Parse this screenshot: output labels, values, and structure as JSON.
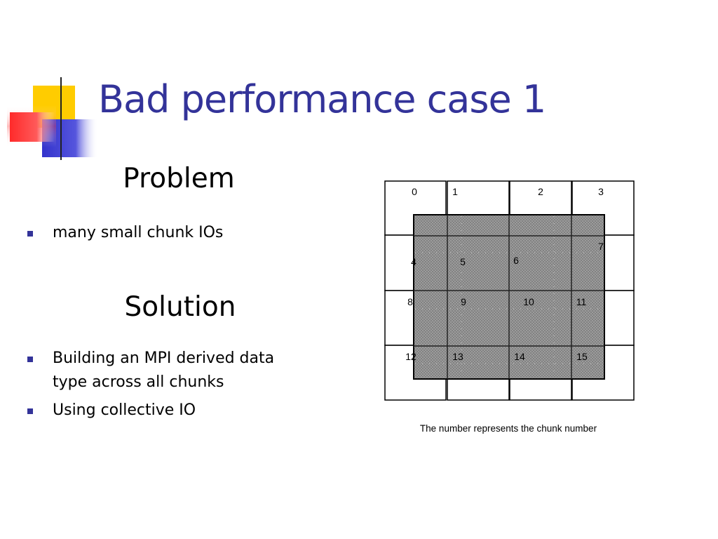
{
  "slide": {
    "title": "Bad performance case 1",
    "problem_heading": "Problem",
    "problem_bullets": [
      "many small chunk IOs"
    ],
    "solution_heading": "Solution",
    "solution_bullets": [
      "Building an MPI derived data type across all chunks",
      "Using collective IO"
    ]
  },
  "diagram": {
    "chunk_labels": [
      "0",
      "1",
      "2",
      "3",
      "4",
      "5",
      "6",
      "7",
      "8",
      "9",
      "10",
      "11",
      "12",
      "13",
      "14",
      "15"
    ],
    "caption": "The number represents the chunk number"
  },
  "colors": {
    "title": "#333399",
    "bullet": "#333399",
    "deco_yellow": "#ffcc00",
    "deco_blue": "#3333cc",
    "deco_red": "#ff3333",
    "region_fill": "#8a8a8a"
  }
}
